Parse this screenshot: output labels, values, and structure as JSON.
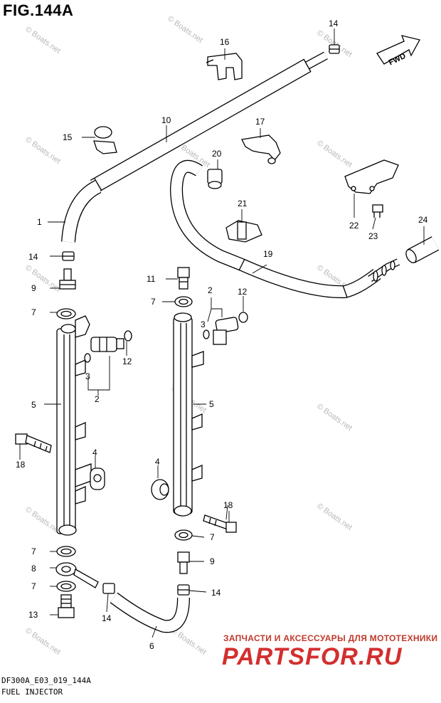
{
  "figure": {
    "title": "FIG.144A",
    "code": "DF300A_E03_019_144A",
    "name": "FUEL INJECTOR",
    "fwd_label": "FWD"
  },
  "watermark": {
    "text": "© Boats.net"
  },
  "shop": {
    "subtitle": "ЗАПЧАСТИ И АКСЕССУАРЫ ДЛЯ МОТОТЕХНИКИ",
    "logo": "PARTSFOR.RU"
  },
  "callouts": {
    "c1": "1",
    "c2a": "2",
    "c2b": "2",
    "c3a": "3",
    "c3b": "3",
    "c4a": "4",
    "c4b": "4",
    "c5a": "5",
    "c5b": "5",
    "c6": "6",
    "c7a": "7",
    "c7b": "7",
    "c7c": "7",
    "c7d": "7",
    "c7e": "7",
    "c8": "8",
    "c9a": "9",
    "c9b": "9",
    "c10": "10",
    "c11": "11",
    "c12a": "12",
    "c12b": "12",
    "c13": "13",
    "c14a": "14",
    "c14b": "14",
    "c14c": "14",
    "c14d": "14",
    "c15": "15",
    "c16": "16",
    "c17": "17",
    "c18a": "18",
    "c18b": "18",
    "c19": "19",
    "c20": "20",
    "c21": "21",
    "c22": "22",
    "c23": "23",
    "c24": "24"
  }
}
